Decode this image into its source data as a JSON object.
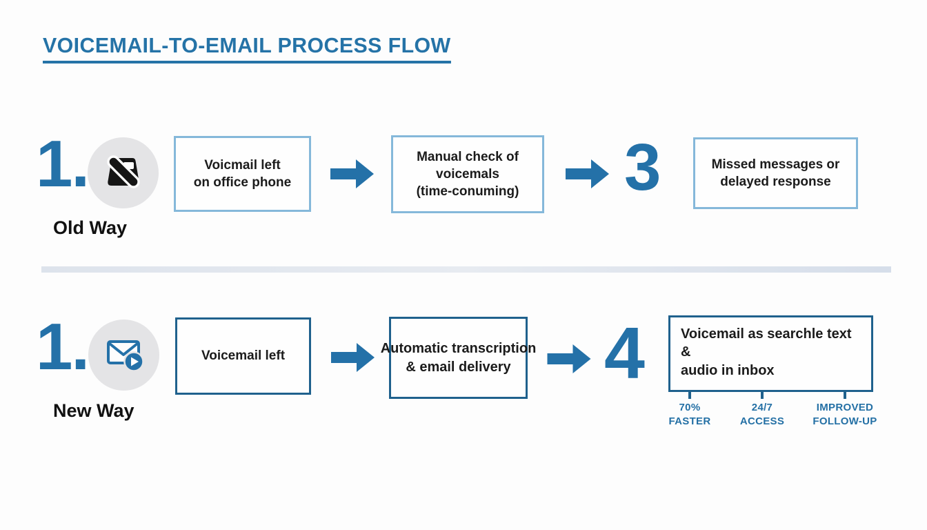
{
  "title": "VOICEMAIL-TO-EMAIL PROCESS FLOW",
  "colors": {
    "accent_blue": "#2471a8",
    "title_blue": "#2573a7",
    "light_box_border": "#85b8da",
    "dark_box_border": "#1f618d",
    "circle_gray": "#e4e4e6",
    "divider_gray_blue": "#dde3ec",
    "text_dark": "#1b1b1b"
  },
  "old_way": {
    "step_number": "1.",
    "label": "Old Way",
    "icon": "desk-phone-icon",
    "box1": "Voicmail left\non office phone",
    "box2": "Manual check of\nvoicemals\n(time-conuming)",
    "mid_number": "3",
    "box3": "Missed messages or\ndelayed response"
  },
  "new_way": {
    "step_number": "1.",
    "label": "New Way",
    "icon": "email-play-icon",
    "box1": "Voicemail left",
    "box2": "Automatic transcription\n& email delivery",
    "mid_number": "4",
    "box3": "Voicemail as searchle text &\naudio in inbox",
    "stats": [
      {
        "text": "70%\nFASTER"
      },
      {
        "text": "24/7\nACCESS"
      },
      {
        "text": "IMPROVED\nFOLLOW-UP"
      }
    ]
  }
}
